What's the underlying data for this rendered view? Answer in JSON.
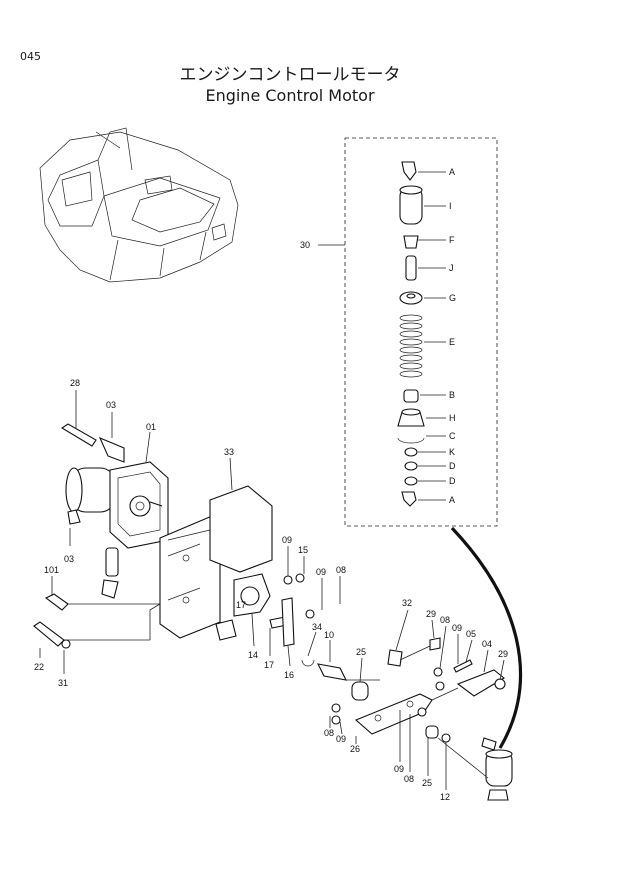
{
  "page_code": "045",
  "title_jp": "エンジンコントロールモータ",
  "title_en": "Engine Control Motor",
  "callouts": {
    "kit_letters": [
      "A",
      "I",
      "F",
      "J",
      "G",
      "E",
      "B",
      "H",
      "C",
      "K",
      "D",
      "D",
      "A"
    ],
    "kit_number": "30",
    "parts": [
      "28",
      "03",
      "01",
      "33",
      "03",
      "101",
      "22",
      "31",
      "09",
      "15",
      "17",
      "09",
      "08",
      "14",
      "17",
      "16",
      "34",
      "10",
      "32",
      "25",
      "29",
      "08",
      "09",
      "05",
      "04",
      "29",
      "08",
      "09",
      "26",
      "09",
      "08",
      "25",
      "12"
    ]
  }
}
